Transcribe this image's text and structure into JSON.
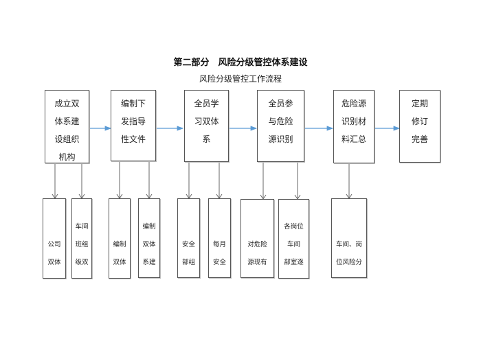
{
  "header": {
    "title": "第二部分　风险分级管控体系建设",
    "subtitle": "风险分级管控工作流程"
  },
  "colors": {
    "flow_arrow": "#5b9bd5",
    "down_arrow": "#666666",
    "border": "#555555"
  },
  "steps": [
    {
      "lines": [
        "成立双",
        "体系建",
        "设组织",
        "机构"
      ],
      "details": [
        {
          "lines": [
            "公司",
            "双体"
          ]
        },
        {
          "lines": [
            "车间",
            "班组",
            "级双"
          ]
        }
      ]
    },
    {
      "lines": [
        "编制下",
        "发指导",
        "性文件"
      ],
      "details": [
        {
          "lines": [
            "编制",
            "双体"
          ]
        },
        {
          "lines": [
            "编制",
            "双体",
            "系建"
          ]
        }
      ]
    },
    {
      "lines": [
        "全员学",
        "习双体",
        "系"
      ],
      "details": [
        {
          "lines": [
            "安全",
            "部组"
          ]
        },
        {
          "lines": [
            "每月",
            "安全"
          ]
        }
      ]
    },
    {
      "lines": [
        "全员参",
        "与危险",
        "源识别"
      ],
      "details": [
        {
          "lines": [
            "对危险",
            "源现有"
          ]
        },
        {
          "lines": [
            "各岗位",
            "车间",
            "部室逐"
          ]
        }
      ]
    },
    {
      "lines": [
        "危险源",
        "识别材",
        "料汇总"
      ],
      "details": [
        {
          "lines": [
            "车间、岗",
            "位风险分"
          ]
        }
      ]
    },
    {
      "lines": [
        "定期",
        "修订",
        "完善"
      ],
      "details": []
    }
  ]
}
